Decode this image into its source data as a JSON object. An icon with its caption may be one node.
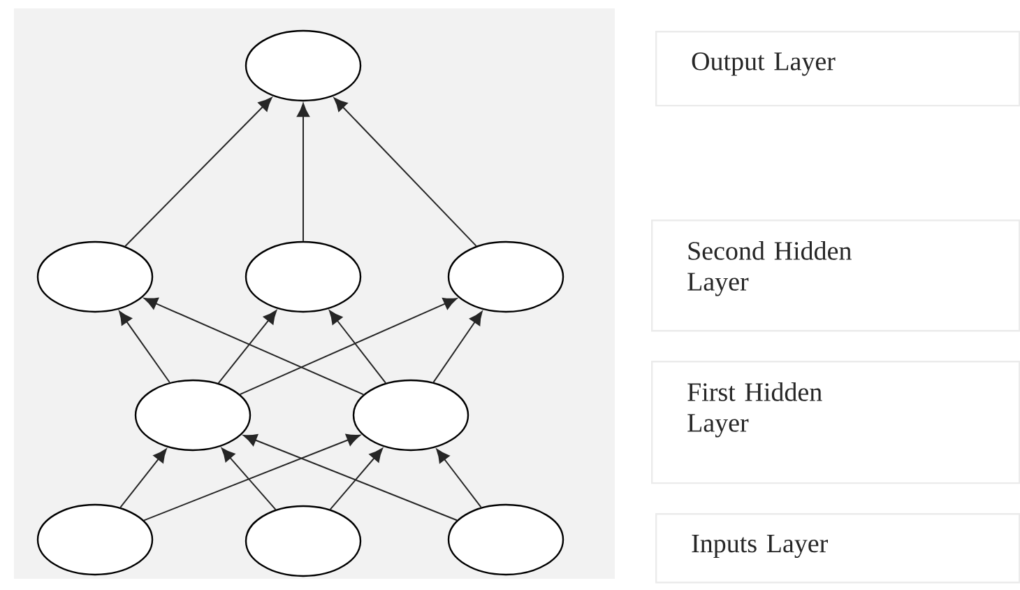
{
  "diagram": {
    "nodes": [
      {
        "text": [],
        "shape": "circle"
      },
      {
        "text": [],
        "shape": "circle"
      },
      {
        "text": [],
        "shape": "circle"
      },
      {
        "text": [],
        "shape": "circle"
      },
      {
        "text": [],
        "shape": "circle"
      },
      {
        "text": [],
        "shape": "circle"
      },
      {
        "text": [],
        "shape": "circle"
      },
      {
        "text": [],
        "shape": "circle"
      },
      {
        "text": [],
        "shape": "circle"
      },
      {
        "text": [
          "Output Layer"
        ]
      },
      {
        "text": [
          "Second Hidden Layer"
        ]
      },
      {
        "text": [
          "First Hidden Layer"
        ]
      },
      {
        "text": [
          "Inputs Layer"
        ]
      }
    ],
    "edges": [
      {
        "from": 6,
        "to": 4,
        "arrow": "to"
      },
      {
        "from": 6,
        "to": 5,
        "arrow": "to"
      },
      {
        "from": 7,
        "to": 4,
        "arrow": "to"
      },
      {
        "from": 7,
        "to": 5,
        "arrow": "to"
      },
      {
        "from": 8,
        "to": 4,
        "arrow": "to"
      },
      {
        "from": 8,
        "to": 5,
        "arrow": "to"
      },
      {
        "from": 4,
        "to": 1,
        "arrow": "to"
      },
      {
        "from": 4,
        "to": 2,
        "arrow": "to"
      },
      {
        "from": 4,
        "to": 3,
        "arrow": "to"
      },
      {
        "from": 5,
        "to": 1,
        "arrow": "to"
      },
      {
        "from": 5,
        "to": 2,
        "arrow": "to"
      },
      {
        "from": 5,
        "to": 3,
        "arrow": "to"
      },
      {
        "from": 1,
        "to": 0,
        "arrow": "to"
      },
      {
        "from": 2,
        "to": 0,
        "arrow": "to"
      },
      {
        "from": 3,
        "to": 0,
        "arrow": "to"
      }
    ]
  }
}
